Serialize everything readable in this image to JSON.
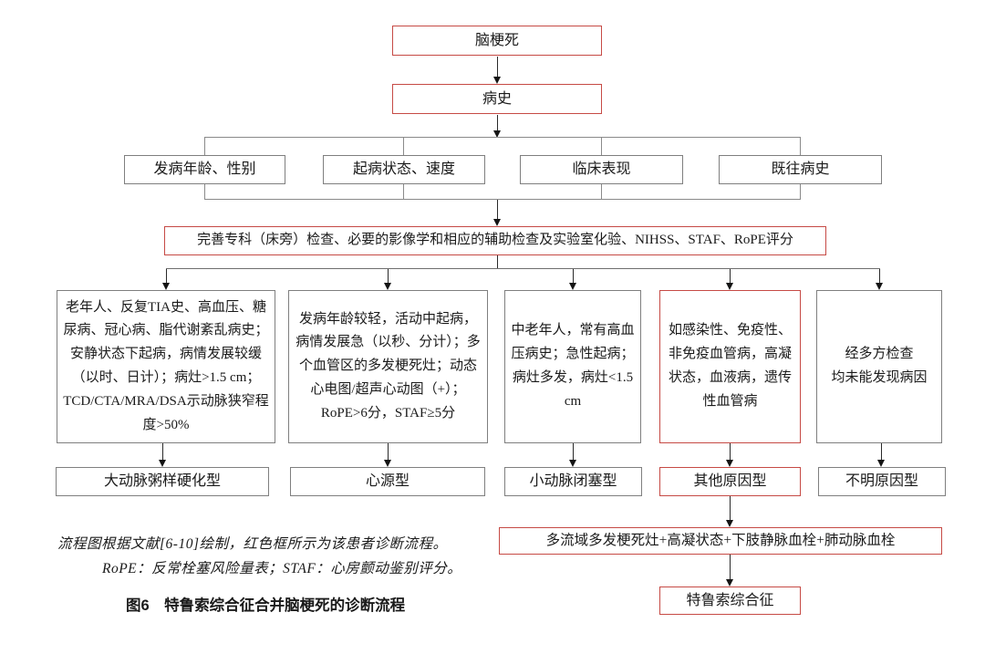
{
  "figure": {
    "note_line1": "流程图根据文献[6-10]绘制，红色框所示为该患者诊断流程。",
    "note_line2": "RoPE：反常栓塞风险量表；STAF：心房颤动鉴别评分。",
    "title": "图6　特鲁索综合征合并脑梗死的诊断流程"
  },
  "colors": {
    "highlight_red_border": "#c64a45",
    "normal_gray_border": "#7f7f7f",
    "connector_gray": "#8a8a8a",
    "arrow_black": "#141414"
  },
  "flowchart": {
    "start": {
      "label": "脑梗死",
      "highlighted": true
    },
    "history": {
      "label": "病史",
      "highlighted": true
    },
    "history_factors": [
      {
        "label": "发病年龄、性别"
      },
      {
        "label": "起病状态、速度"
      },
      {
        "label": "临床表现"
      },
      {
        "label": "既往病史"
      }
    ],
    "workup": {
      "label": "完善专科（床旁）检查、必要的影像学和相应的辅助检查及实验室化验、NIHSS、STAF、RoPE评分",
      "highlighted": true
    },
    "criteria": [
      {
        "label": "老年人、反复TIA史、高血压、糖尿病、冠心病、脂代谢紊乱病史；安静状态下起病，病情发展较缓（以时、日计）；病灶>1.5 cm；TCD/CTA/MRA/DSA示动脉狭窄程度>50%",
        "highlighted": false
      },
      {
        "label": "发病年龄较轻，活动中起病，病情发展急（以秒、分计）；多个血管区的多发梗死灶；动态心电图/超声心动图（+）；RoPE>6分，STAF≥5分",
        "highlighted": false
      },
      {
        "label": "中老年人，常有高血压病史；急性起病；病灶多发，病灶<1.5 cm",
        "highlighted": false
      },
      {
        "label": "如感染性、免疫性、非免疫血管病，高凝状态，血液病，遗传性血管病",
        "highlighted": true
      },
      {
        "label": "经多方检查\n均未能发现病因",
        "highlighted": false
      }
    ],
    "subtypes": [
      {
        "label": "大动脉粥样硬化型",
        "highlighted": false
      },
      {
        "label": "心源型",
        "highlighted": false
      },
      {
        "label": "小动脉闭塞型",
        "highlighted": false
      },
      {
        "label": "其他原因型",
        "highlighted": true
      },
      {
        "label": "不明原因型",
        "highlighted": false
      }
    ],
    "trousseau_findings": {
      "label": "多流域多发梗死灶+高凝状态+下肢静脉血栓+肺动脉血栓",
      "highlighted": true
    },
    "trousseau": {
      "label": "特鲁索综合征",
      "highlighted": true
    }
  }
}
